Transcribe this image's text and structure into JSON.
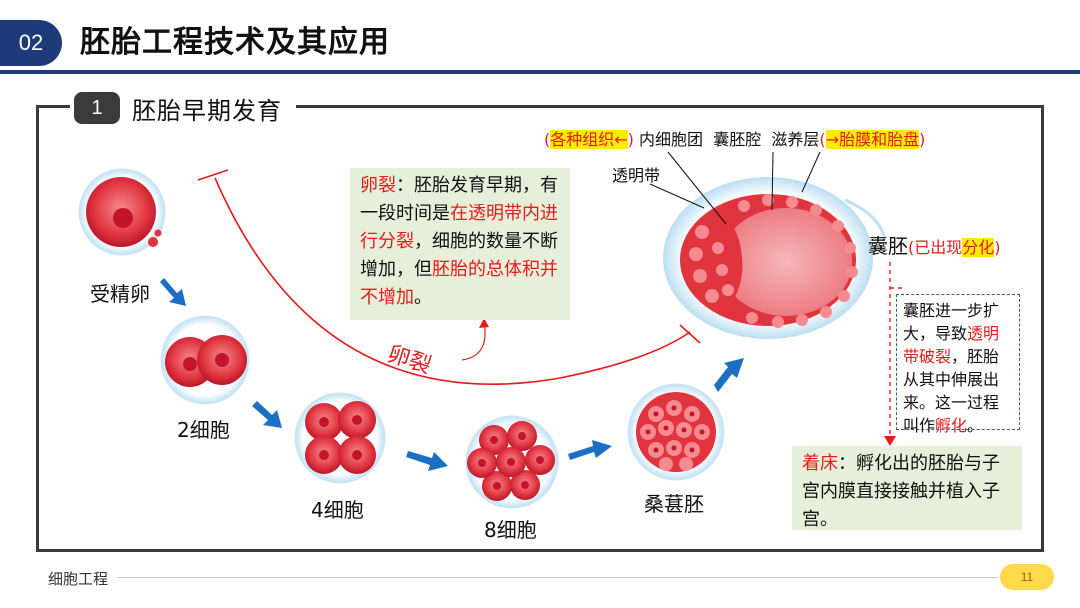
{
  "header": {
    "number": "02",
    "title": "胚胎工程技术及其应用"
  },
  "section": {
    "number": "1",
    "title": "胚胎早期发育"
  },
  "stages": {
    "zygote": "受精卵",
    "cell2": "2细胞",
    "cell4": "4细胞",
    "cell8": "8细胞",
    "morula": "桑葚胚"
  },
  "cleavage_label": "卵裂",
  "cleavage_box": {
    "term": "卵裂",
    "t1": "：胚胎发育早期，有一段时间是",
    "r1": "在透明带内进行分裂",
    "t2": "，细胞的数量不断增加，但",
    "r2": "胚胎的总体积并不增加",
    "t3": "。"
  },
  "blastocyst": {
    "paren_open": "(",
    "tissues": "各种组织←",
    "paren_close": ")",
    "inner_mass": "内细胞团",
    "cavity": "囊胚腔",
    "trophoblast": "滋养层",
    "placenta": "→胎膜和胎盘",
    "zona": "透明带",
    "name": "囊胚",
    "diff_a": "(已出现",
    "diff_b": "分化",
    "diff_c": ")"
  },
  "hatching_box": {
    "t1": "囊胚进一步扩大，导致",
    "r1": "透明带破裂",
    "t2": "，胚胎从其中伸展出来。这一过程叫作",
    "r2": "孵化",
    "t3": "。"
  },
  "implant_box": {
    "term": "着床",
    "text": "：孵化出的胚胎与子宫内膜直接接触并植入子宫。"
  },
  "footer": {
    "course": "细胞工程",
    "page": "11"
  },
  "colors": {
    "navy": "#1f3a78",
    "red": "#e31b1b",
    "green_box": "#e6efd9",
    "arrow_blue": "#1d6fc4"
  }
}
